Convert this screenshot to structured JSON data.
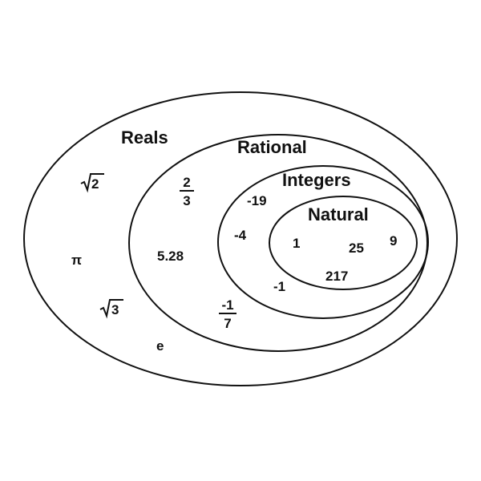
{
  "sets": {
    "reals": "Reals",
    "rational": "Rational",
    "integers": "Integers",
    "natural": "Natural"
  },
  "irrationals": {
    "sqrt2": "2",
    "sqrt3": "3",
    "pi": "π",
    "e": "e"
  },
  "rationals": {
    "two_thirds_num": "2",
    "two_thirds_den": "3",
    "decimal": "5.28",
    "neg_seventh_num": "-1",
    "neg_seventh_den": "7"
  },
  "integers": {
    "neg19": "-19",
    "neg4": "-4",
    "neg1": "-1"
  },
  "naturals": {
    "one": "1",
    "twentyfive": "25",
    "nine": "9",
    "twoseventeen": "217"
  },
  "colors": {
    "stroke": "#111111",
    "background": "#ffffff"
  }
}
